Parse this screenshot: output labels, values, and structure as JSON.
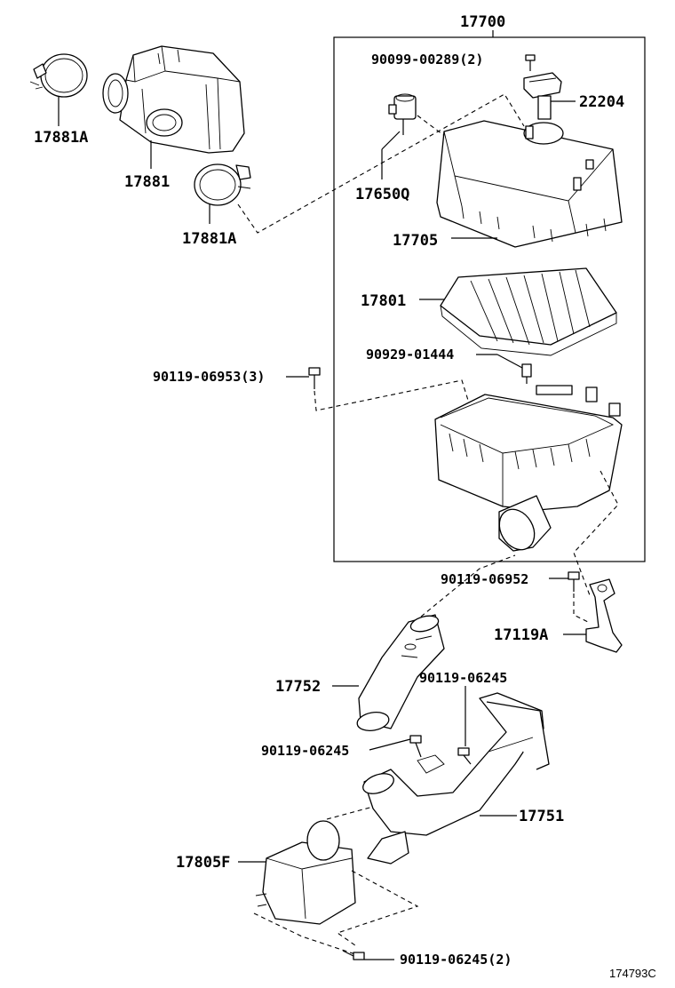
{
  "diagram": {
    "assembly": "17700",
    "reference_code": "174793C",
    "callouts": {
      "clamp_upper": "17881A",
      "throttle_duct": "17881",
      "clamp_lower": "17881A",
      "screw_top": "90099-00289(2)",
      "sensor": "22204",
      "vsv": "17650Q",
      "cap": "17705",
      "element": "17801",
      "grommet": "90929-01444",
      "bolt_case": "90119-06953(3)",
      "bolt_bracket": "90119-06952",
      "bracket": "17119A",
      "hose": "17752",
      "bolt_inlet_right": "90119-06245",
      "bolt_inlet_left": "90119-06245",
      "inlet": "17751",
      "resonator": "17805F",
      "bolt_resonator": "90119-06245(2)"
    }
  }
}
